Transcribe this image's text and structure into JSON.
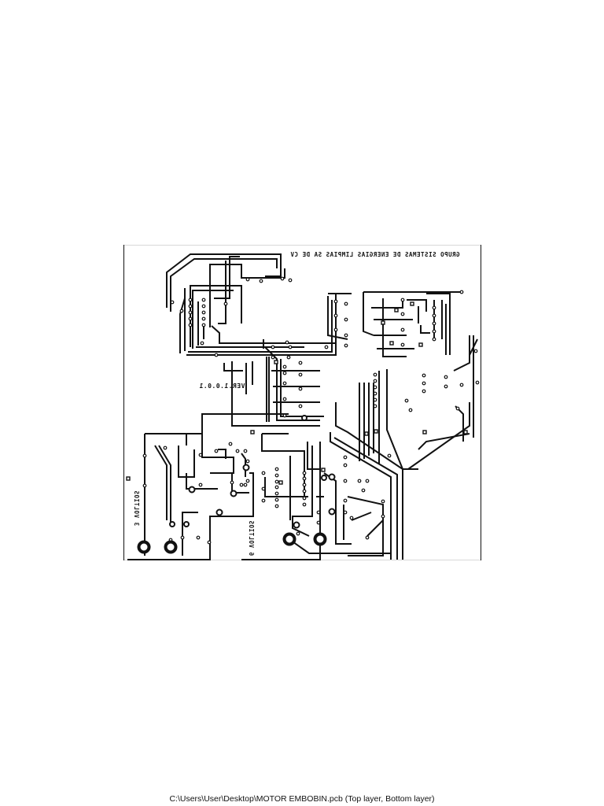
{
  "footer": {
    "file_path": "C:\\Users\\User\\Desktop\\MOTOR EMBOBIN.pcb",
    "layers": "(Top layer, Bottom layer)",
    "caption": "C:\\Users\\User\\Desktop\\MOTOR EMBOBIN.pcb  (Top layer, Bottom layer)"
  },
  "board": {
    "company_label": "GRUPO SISTEMAS DE ENERGIAS LIMPIAS SA DE CV",
    "version_label": "VER.1.0.0.1",
    "voltage_label_left": "3 VOLTIOS",
    "voltage_label_right": "6 VOLTIOS",
    "mirrored": true,
    "trace_color": "#111111",
    "background": "#ffffff"
  }
}
